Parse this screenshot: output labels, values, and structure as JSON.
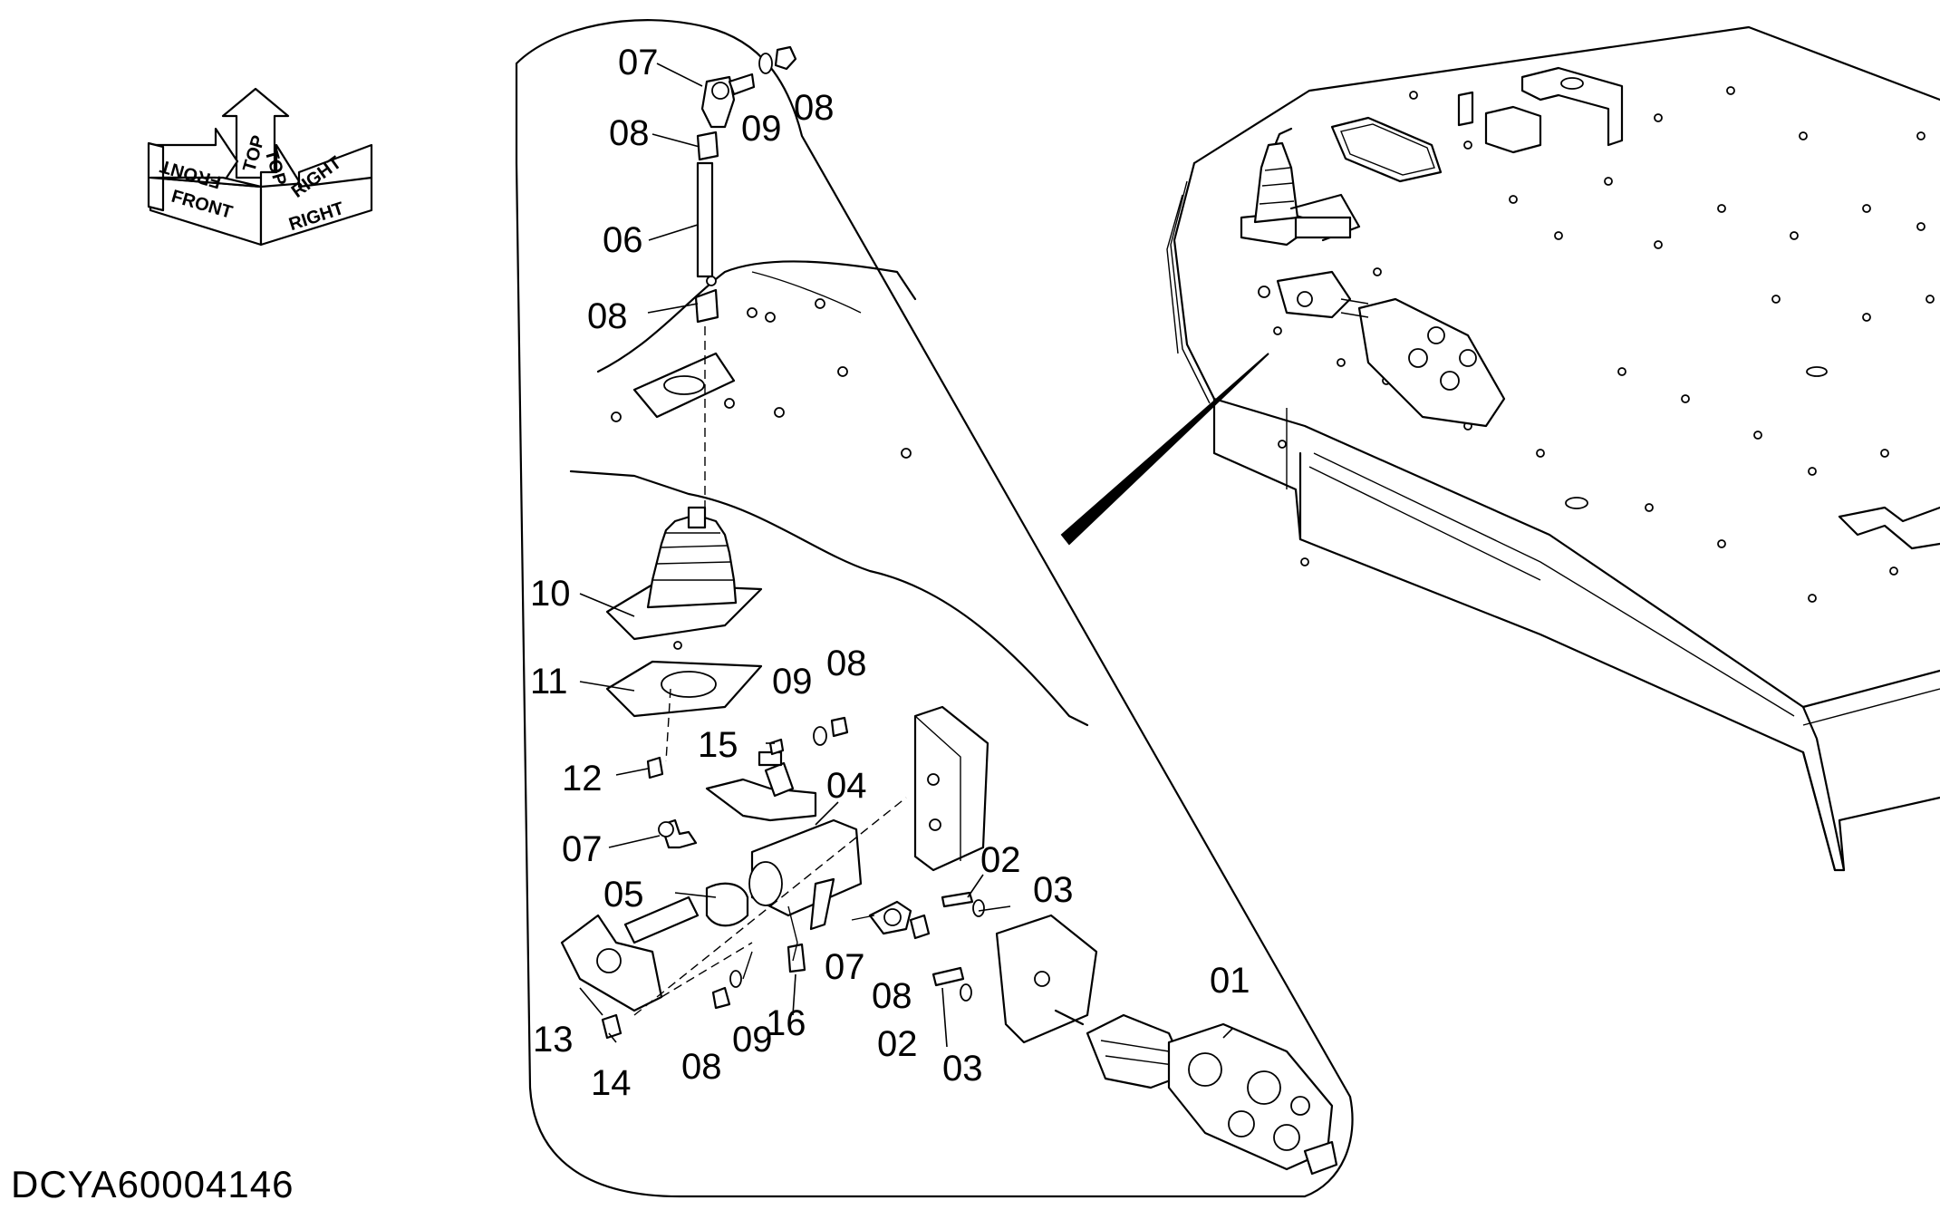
{
  "document_id": "DCYA60004146",
  "orientation_arrows": {
    "front": "FRONT",
    "top": "TOP",
    "right": "RIGHT"
  },
  "callouts": [
    "01",
    "02",
    "02",
    "03",
    "03",
    "04",
    "05",
    "06",
    "07",
    "07",
    "07",
    "08",
    "08",
    "08",
    "08",
    "08",
    "09",
    "09",
    "09",
    "10",
    "11",
    "12",
    "13",
    "14",
    "15",
    "16"
  ]
}
